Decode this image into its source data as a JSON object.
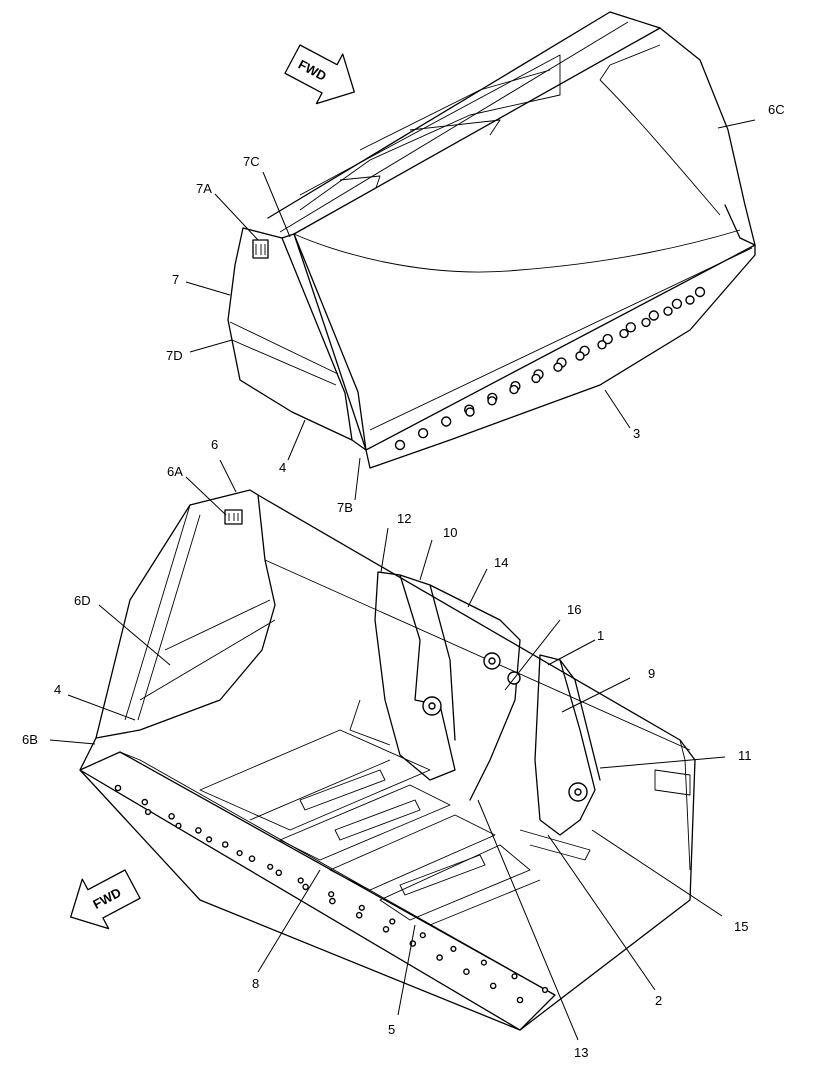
{
  "fwd_label": "FWD",
  "callouts": {
    "c6C": "6C",
    "c7C": "7C",
    "c7A": "7A",
    "c7": "7",
    "c7D": "7D",
    "c4top": "4",
    "c7B": "7B",
    "c3": "3",
    "c6": "6",
    "c6A": "6A",
    "c12": "12",
    "c10": "10",
    "c14": "14",
    "c16": "16",
    "c1": "1",
    "c9": "9",
    "c6D": "6D",
    "c4bot": "4",
    "c6B": "6B",
    "c11": "11",
    "c15": "15",
    "c8": "8",
    "c5": "5",
    "c2": "2",
    "c13": "13"
  }
}
